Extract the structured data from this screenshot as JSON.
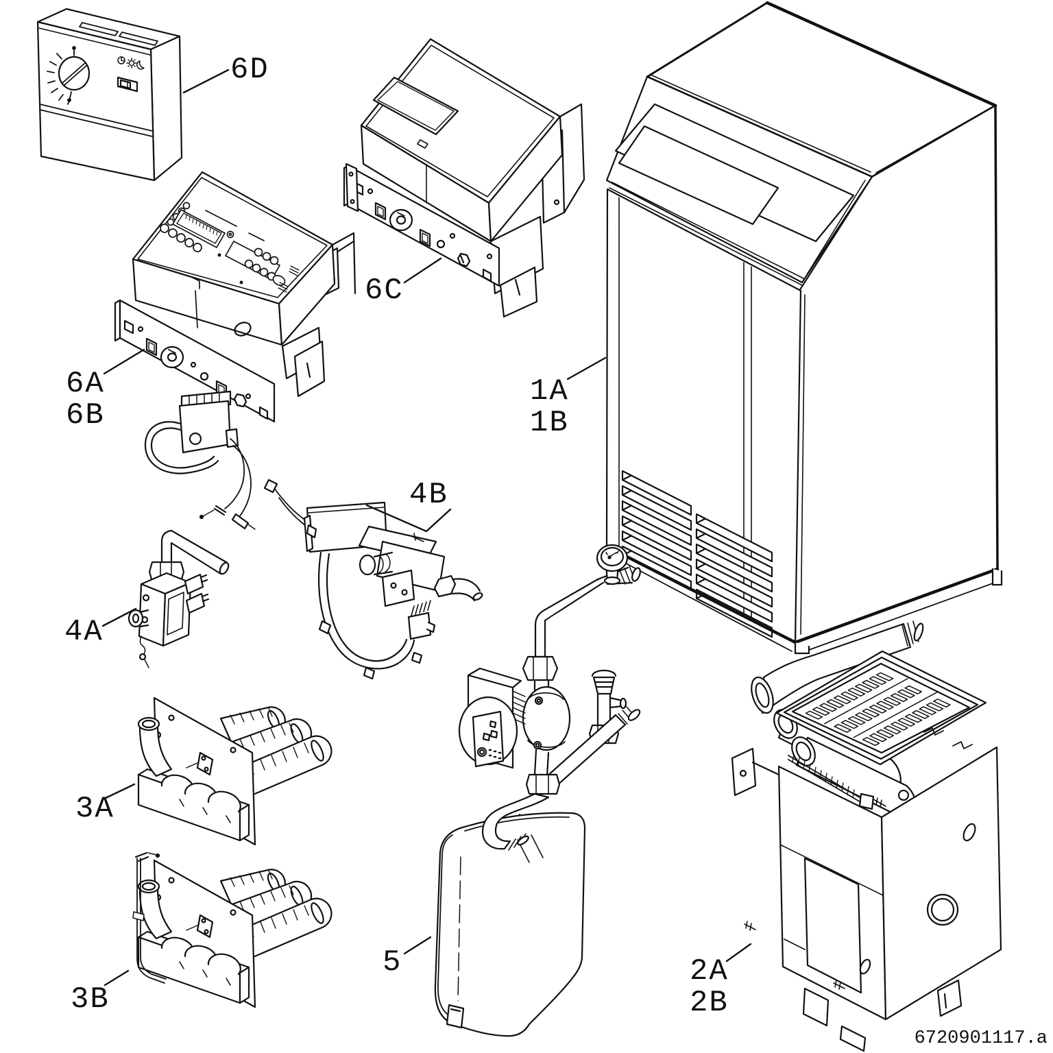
{
  "diagram": {
    "title": "boiler-exploded-parts-diagram",
    "doc_number": "6720901117.a",
    "line_color": "#111111",
    "background": "#ffffff",
    "labels": {
      "l6d": "6D",
      "l6a": "6A",
      "l6b": "6B",
      "l6c": "6C",
      "l1a": "1A",
      "l1b": "1B",
      "l4a": "4A",
      "l4b": "4B",
      "l3a": "3A",
      "l3b": "3B",
      "l5": "5",
      "l2a": "2A",
      "l2b": "2B"
    },
    "parts": [
      {
        "label": "6D",
        "name": "room-temperature-controller"
      },
      {
        "label": "6A",
        "name": "control-panel-with-display"
      },
      {
        "label": "6B",
        "name": "control-panel-with-display-variant"
      },
      {
        "label": "6C",
        "name": "control-panel-plain-cover"
      },
      {
        "label": "1A",
        "name": "boiler-casing"
      },
      {
        "label": "1B",
        "name": "boiler-casing-variant"
      },
      {
        "label": "4A",
        "name": "gas-valve"
      },
      {
        "label": "4B",
        "name": "gas-valve-with-cable-harness"
      },
      {
        "label": "3A",
        "name": "burner-assembly"
      },
      {
        "label": "3B",
        "name": "burner-assembly-with-sensor-tube"
      },
      {
        "label": "5",
        "name": "expansion-vessel-pump-group"
      },
      {
        "label": "2A",
        "name": "heat-exchanger-block"
      },
      {
        "label": "2B",
        "name": "heat-exchanger-block-variant"
      }
    ]
  }
}
